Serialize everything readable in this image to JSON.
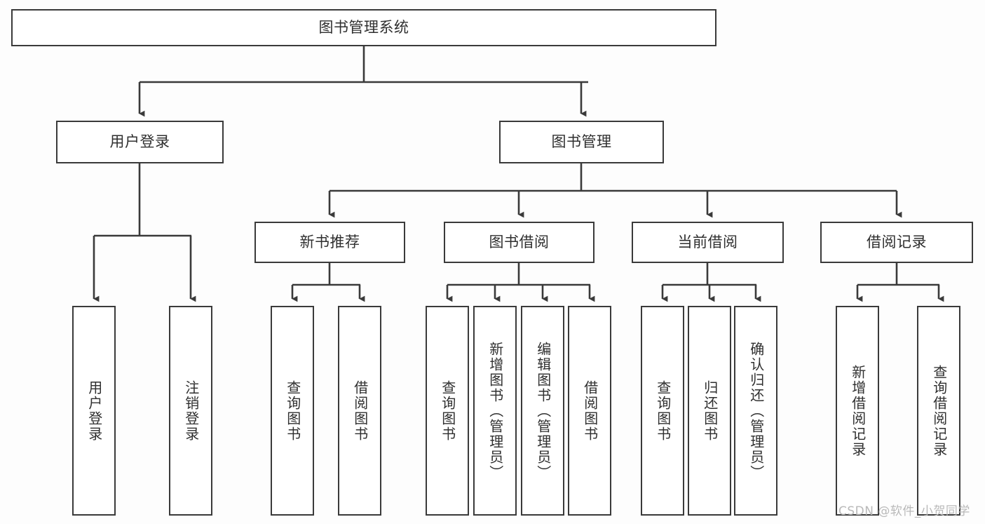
{
  "diagram": {
    "type": "hierarchy-tree",
    "title": "图书管理系统",
    "colors": {
      "background": "#fdfdfd",
      "box_fill": "#ffffff",
      "box_border": "#3a3a3a",
      "text": "#2f2f2f",
      "connector": "#3a3a3a",
      "watermark": "#b9b9b9"
    },
    "nodes": {
      "root": {
        "label": "图书管理系统"
      },
      "level2": [
        {
          "label": "用户登录"
        },
        {
          "label": "图书管理"
        }
      ],
      "level3": [
        {
          "label": "新书推荐"
        },
        {
          "label": "图书借阅"
        },
        {
          "label": "当前借阅"
        },
        {
          "label": "借阅记录"
        }
      ],
      "leaves": {
        "user_login": [
          {
            "label": "用户登录"
          },
          {
            "label": "注销登录"
          }
        ],
        "new_book_recommend": [
          {
            "label": "查询图书"
          },
          {
            "label": "借阅图书"
          }
        ],
        "book_borrow": [
          {
            "label": "查询图书"
          },
          {
            "label": "新增图书（管理员）"
          },
          {
            "label": "编辑图书（管理员）"
          },
          {
            "label": "借阅图书"
          }
        ],
        "current_borrow": [
          {
            "label": "查询图书"
          },
          {
            "label": "归还图书"
          },
          {
            "label": "确认归还（管理员）"
          }
        ],
        "borrow_record": [
          {
            "label": "新增借阅记录"
          },
          {
            "label": "查询借阅记录"
          }
        ]
      }
    },
    "watermark": "CSDN @软件_小贺同学"
  }
}
